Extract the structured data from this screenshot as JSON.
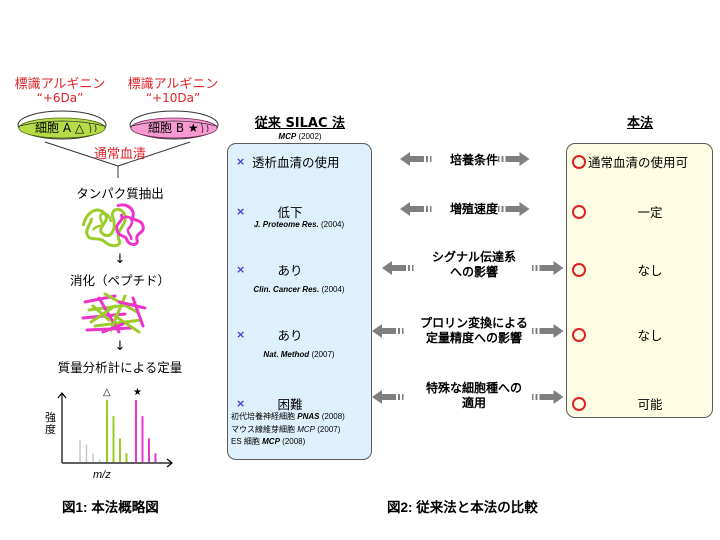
{
  "figure1": {
    "dish_a": {
      "label_top": "標識アルギニン",
      "mass": "“+6Da”",
      "cell": "細胞 A",
      "marker": "△",
      "color": "#a8d632"
    },
    "dish_b": {
      "label_top": "標識アルギニン",
      "mass": "“+10Da”",
      "cell": "細胞 B",
      "marker": "★",
      "color": "#f580c8"
    },
    "serum": "通常血清",
    "steps": [
      "タンパク質抽出",
      "消化（ペプチド）",
      "質量分析計による定量"
    ],
    "spectrum": {
      "ylabel": "強度",
      "xlabel": "m/z",
      "peak_marker_a": "△",
      "peak_marker_b": "★",
      "groups": [
        {
          "name": "unlabeled",
          "color": "#c8c8c8",
          "relative_heights": [
            0.36,
            0.28,
            0.14,
            0.04
          ]
        },
        {
          "name": "+6Da",
          "color": "#99cc22",
          "relative_heights": [
            1.0,
            0.74,
            0.38,
            0.14
          ]
        },
        {
          "name": "+10Da",
          "color": "#ee33cc",
          "relative_heights": [
            1.0,
            0.74,
            0.38,
            0.14
          ]
        }
      ]
    },
    "caption": "図1: 本法概略図"
  },
  "figure2": {
    "old_header": "従来 SILAC 法",
    "old_header_ref_journal": "MCP",
    "old_header_ref_year": "(2002)",
    "new_header": "本法",
    "caption": "図2: 従来法と本法の比較",
    "rows": [
      {
        "criterion": [
          "培養条件"
        ],
        "old": "透析血清の使用",
        "old_refs": [],
        "new": "通常血清の使用可"
      },
      {
        "criterion": [
          "増殖速度"
        ],
        "old": "低下",
        "old_refs": [
          {
            "journal": "J. Proteome Res.",
            "year": "(2004)"
          }
        ],
        "new": "一定"
      },
      {
        "criterion": [
          "シグナル伝達系",
          "への影響"
        ],
        "old": "あり",
        "old_refs": [
          {
            "journal": "Clin. Cancer Res.",
            "year": "(2004)"
          }
        ],
        "new": "なし"
      },
      {
        "criterion": [
          "プロリン変換による",
          "定量精度への影響"
        ],
        "old": "あり",
        "old_refs": [
          {
            "journal": "Nat. Method",
            "year": "(2007)"
          }
        ],
        "new": "なし"
      },
      {
        "criterion": [
          "特殊な細胞種への",
          "適用"
        ],
        "old": "困難",
        "old_refs": [
          {
            "prefix": "初代培養神経細胞",
            "journal": "PNAS",
            "year": "(2008)"
          },
          {
            "prefix": "マウス線維芽細胞",
            "journal": "MCP",
            "year": "(2007)"
          },
          {
            "prefix": "ES 細胞",
            "journal": "MCP",
            "year": "(2008)"
          }
        ],
        "new": "可能"
      }
    ],
    "old_mark": "×",
    "colors": {
      "old_box": "#dff0fd",
      "new_box": "#fefde3",
      "arrow": "#7f7f7f",
      "circle": "#e02020",
      "cross": "#3d3dd6"
    }
  }
}
